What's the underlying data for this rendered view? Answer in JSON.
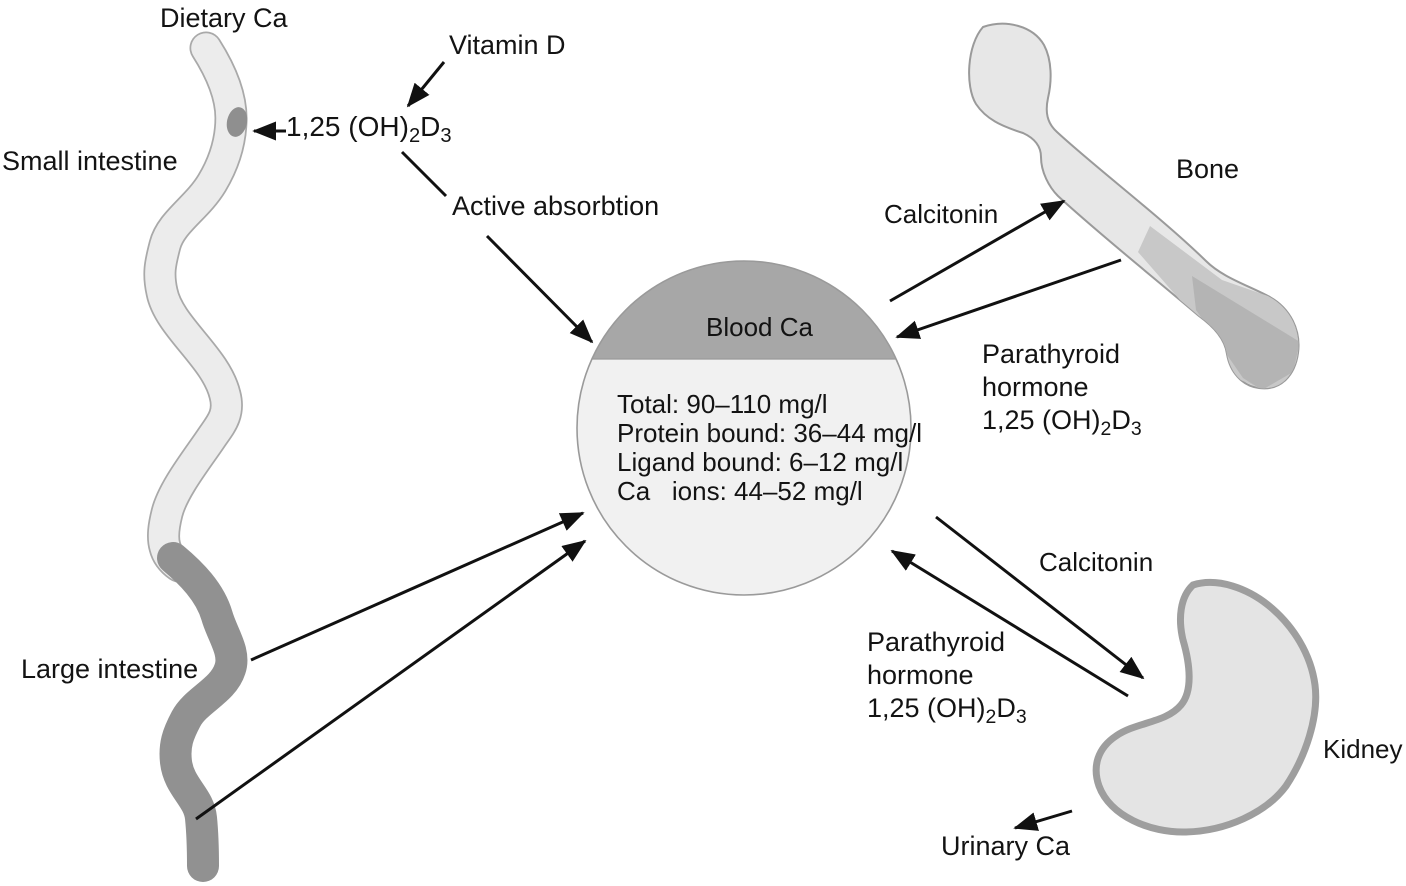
{
  "diagram": {
    "labels": {
      "dietary_ca": "Dietary Ca",
      "vitamin_d": "Vitamin D",
      "small_intestine": "Small intestine",
      "large_intestine": "Large intestine",
      "active_absorption": "Active absorbtion",
      "bone": "Bone",
      "kidney": "Kidney",
      "urinary_ca": "Urinary Ca",
      "calcitonin_to_bone": "Calcitonin",
      "calcitonin_to_kidney": "Calcitonin",
      "parathyroid_line1": "Parathyroid",
      "parathyroid_line2": "hormone"
    },
    "compound": {
      "prefix": "1,25 (OH)",
      "subscript_1": "2",
      "element": "D",
      "subscript_2": "3"
    },
    "blood_pool": {
      "title": "Blood Ca",
      "values": {
        "total": "Total: 90–110 mg/l",
        "protein_bound": "Protein bound: 36–44 mg/l",
        "ligand_bound": "Ligand bound: 6–12 mg/l",
        "ca_ions": "Ca   ions: 44–52 mg/l"
      }
    },
    "colors": {
      "text": "#131313",
      "arrow": "#111111",
      "intestine_light": "#ececec",
      "intestine_outline": "#a9a9a9",
      "intestine_dark": "#919191",
      "absorption_spot": "#8f8f8f",
      "blood_circle_body": "#f1f1f1",
      "blood_circle_cap": "#a7a7a7",
      "shape_outline": "#9a9a9a",
      "bone_fill": "#e7e7e7",
      "bone_shade": "#c8c8c8",
      "bone_shade_dark": "#b4b4b4",
      "kidney_fill": "#e4e4e4",
      "kidney_border": "#9e9e9e"
    }
  }
}
